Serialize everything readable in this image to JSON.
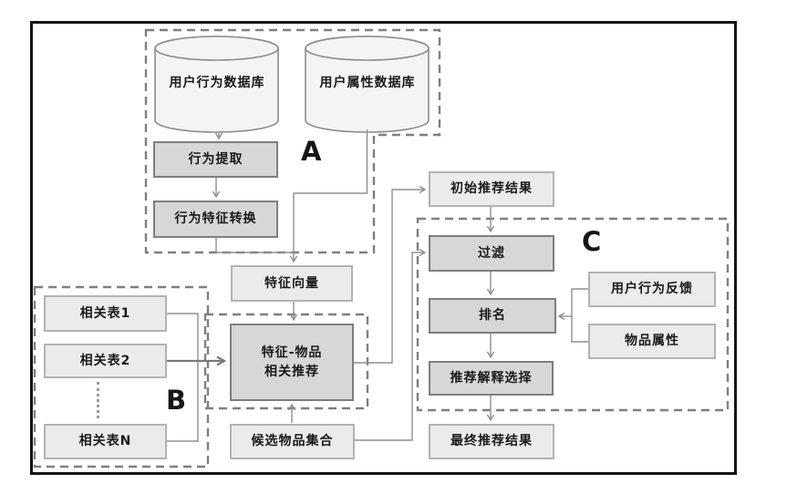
{
  "groups": {
    "a_label": "A",
    "b_label": "B",
    "c_label": "C"
  },
  "nodes": {
    "user_behavior_db": "用户行为数据库",
    "user_attribute_db": "用户属性数据库",
    "behavior_extraction": "行为提取",
    "behavior_feature_conversion": "行为特征转换",
    "feature_vector": "特征向量",
    "initial_recommendation_result": "初始推荐结果",
    "related_table_1": "相关表1",
    "related_table_2": "相关表2",
    "related_table_n": "相关表N",
    "feature_item_line1": "特征-物品",
    "feature_item_line2": "相关推荐",
    "candidate_item_set": "候选物品集合",
    "filtering": "过滤",
    "ranking": "排名",
    "explanation_selection": "推荐解释选择",
    "final_recommendation_result": "最终推荐结果",
    "user_behavior_feedback": "用户行为反馈",
    "item_attributes": "物品属性"
  },
  "colors": {
    "canvas-bg": "#ffffff",
    "frame": "#141414",
    "line": "#8f8f8f",
    "dash": "#7f7f7f",
    "node-dark-bg": "#d7d7d7",
    "node-dark-border": "#7e7e7e",
    "node-light-bg": "#ebebeb",
    "node-light-border": "#b3b3b3",
    "cylinder-bg": "#f4f4f4",
    "cylinder-border": "#8c8c8c",
    "text": "#1a1a1a"
  }
}
